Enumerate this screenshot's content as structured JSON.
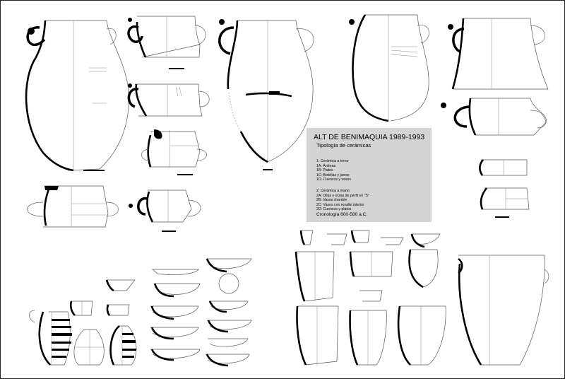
{
  "panel": {
    "title": "ALT DE BENIMAQUIA 1989-1993",
    "subtitle": "Tipología de cerámicas",
    "group_wheel": [
      "1: Cerámica a torno",
      "1A: Ánforas",
      "1B: Platos",
      "1C: Botellas y jarras",
      "1D: Cuencos y vasos"
    ],
    "group_hand": [
      "2: Cerámica a mano",
      "2A: Ollas y orzas de perfil en \"S\"",
      "2B: Vasos chardón",
      "2C: Vasos con resalte interior",
      "2D: Cuencos y platos"
    ],
    "chronology": "Cronología 600-580 a.C."
  },
  "colors": {
    "background": "#ffffff",
    "panel": "#d4d4d4",
    "ink": "#000000",
    "outline": "#444444"
  }
}
